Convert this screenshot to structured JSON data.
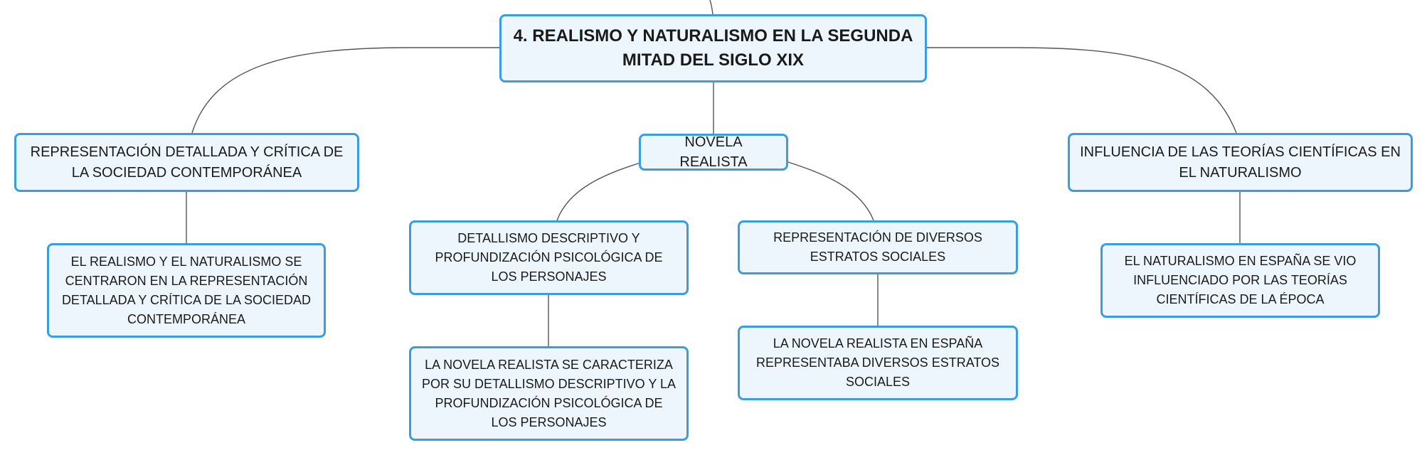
{
  "diagram": {
    "root": {
      "label": "4. REALISMO Y NATURALISMO EN LA SEGUNDA MITAD DEL SIGLO XIX"
    },
    "branches": [
      {
        "label": "REPRESENTACIÓN DETALLADA Y CRÍTICA DE LA SOCIEDAD CONTEMPORÁNEA",
        "children": [
          {
            "label": "EL REALISMO Y EL NATURALISMO SE CENTRARON EN LA REPRESENTACIÓN DETALLADA Y CRÍTICA DE LA SOCIEDAD CONTEMPORÁNEA"
          }
        ]
      },
      {
        "label": "NOVELA REALISTA",
        "children": [
          {
            "label": "DETALLISMO DESCRIPTIVO Y PROFUNDIZACIÓN PSICOLÓGICA DE LOS PERSONAJES",
            "children": [
              {
                "label": "LA NOVELA REALISTA SE CARACTERIZA POR SU DETALLISMO DESCRIPTIVO Y LA PROFUNDIZACIÓN PSICOLÓGICA DE LOS PERSONAJES"
              }
            ]
          },
          {
            "label": "REPRESENTACIÓN DE DIVERSOS ESTRATOS SOCIALES",
            "children": [
              {
                "label": "LA NOVELA REALISTA EN ESPAÑA REPRESENTABA DIVERSOS ESTRATOS SOCIALES"
              }
            ]
          }
        ]
      },
      {
        "label": "INFLUENCIA DE LAS TEORÍAS CIENTÍFICAS EN EL NATURALISMO",
        "children": [
          {
            "label": "EL NATURALISMO EN ESPAÑA SE VIO INFLUENCIADO POR LAS TEORÍAS CIENTÍFICAS DE LA ÉPOCA"
          }
        ]
      }
    ]
  },
  "colors": {
    "node_border": "#3a9de0",
    "node_fill": "#eef6fd",
    "connector": "#555555",
    "text": "#1a1a1a"
  }
}
